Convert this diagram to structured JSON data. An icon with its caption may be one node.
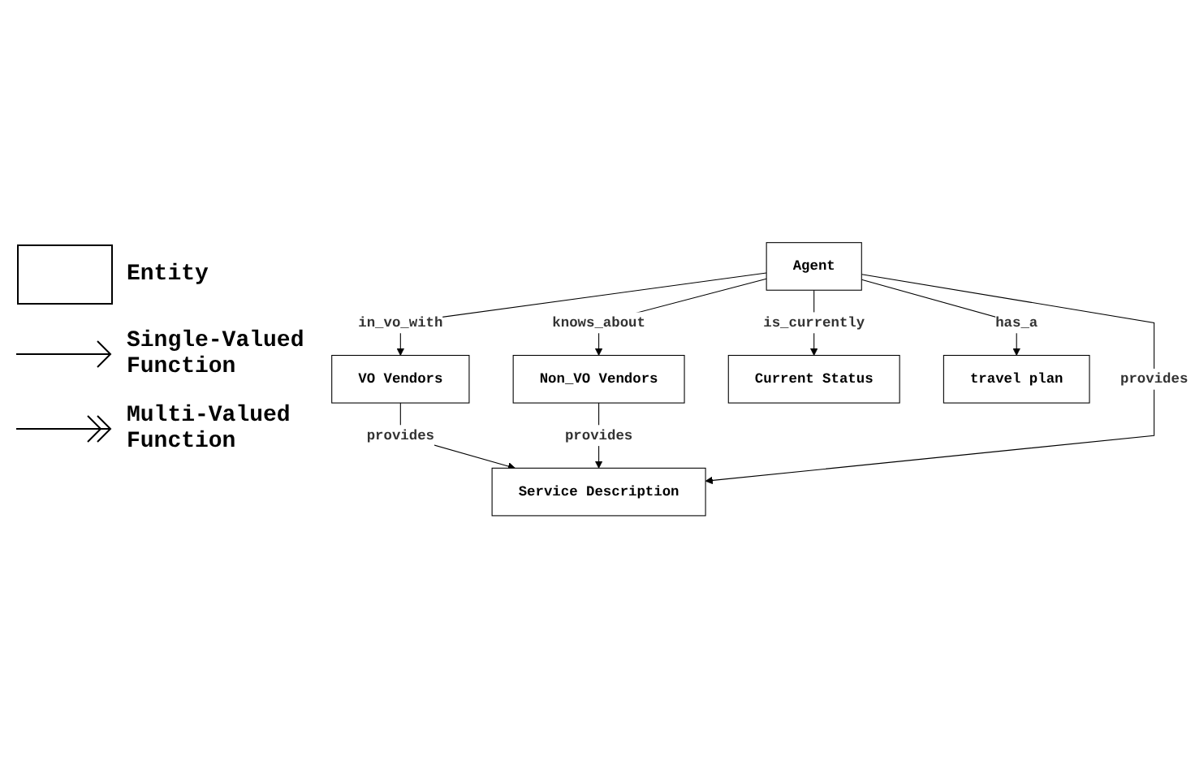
{
  "diagram": {
    "nodes": [
      {
        "text": [
          "Service Description"
        ]
      },
      {
        "text": [
          "VO Vendors"
        ]
      },
      {
        "text": [
          "Non_VO Vendors"
        ]
      },
      {
        "text": [
          "Agent"
        ]
      },
      {
        "text": [
          "Current Status"
        ]
      },
      {
        "text": [
          "travel plan"
        ]
      }
    ],
    "edges": [
      {
        "from": 1,
        "to": 0,
        "arrow": "to",
        "label": "provides"
      },
      {
        "from": 2,
        "to": 0,
        "arrow": "to",
        "label": "provides"
      },
      {
        "from": 3,
        "to": 0,
        "arrow": "to",
        "label": "provides"
      },
      {
        "from": 3,
        "to": 1,
        "arrow": "to",
        "label": "in_vo_with"
      },
      {
        "from": 3,
        "to": 2,
        "arrow": "to",
        "label": "knows_about"
      },
      {
        "from": 3,
        "to": 4,
        "arrow": "to",
        "label": "is_currently"
      },
      {
        "from": 3,
        "to": 5,
        "arrow": "to",
        "label": "has_a"
      }
    ],
    "legend": [
      {
        "text": "Entity"
      },
      {
        "text": "Single-Valued Function"
      },
      {
        "text": "Multi-Valued Function"
      }
    ]
  }
}
